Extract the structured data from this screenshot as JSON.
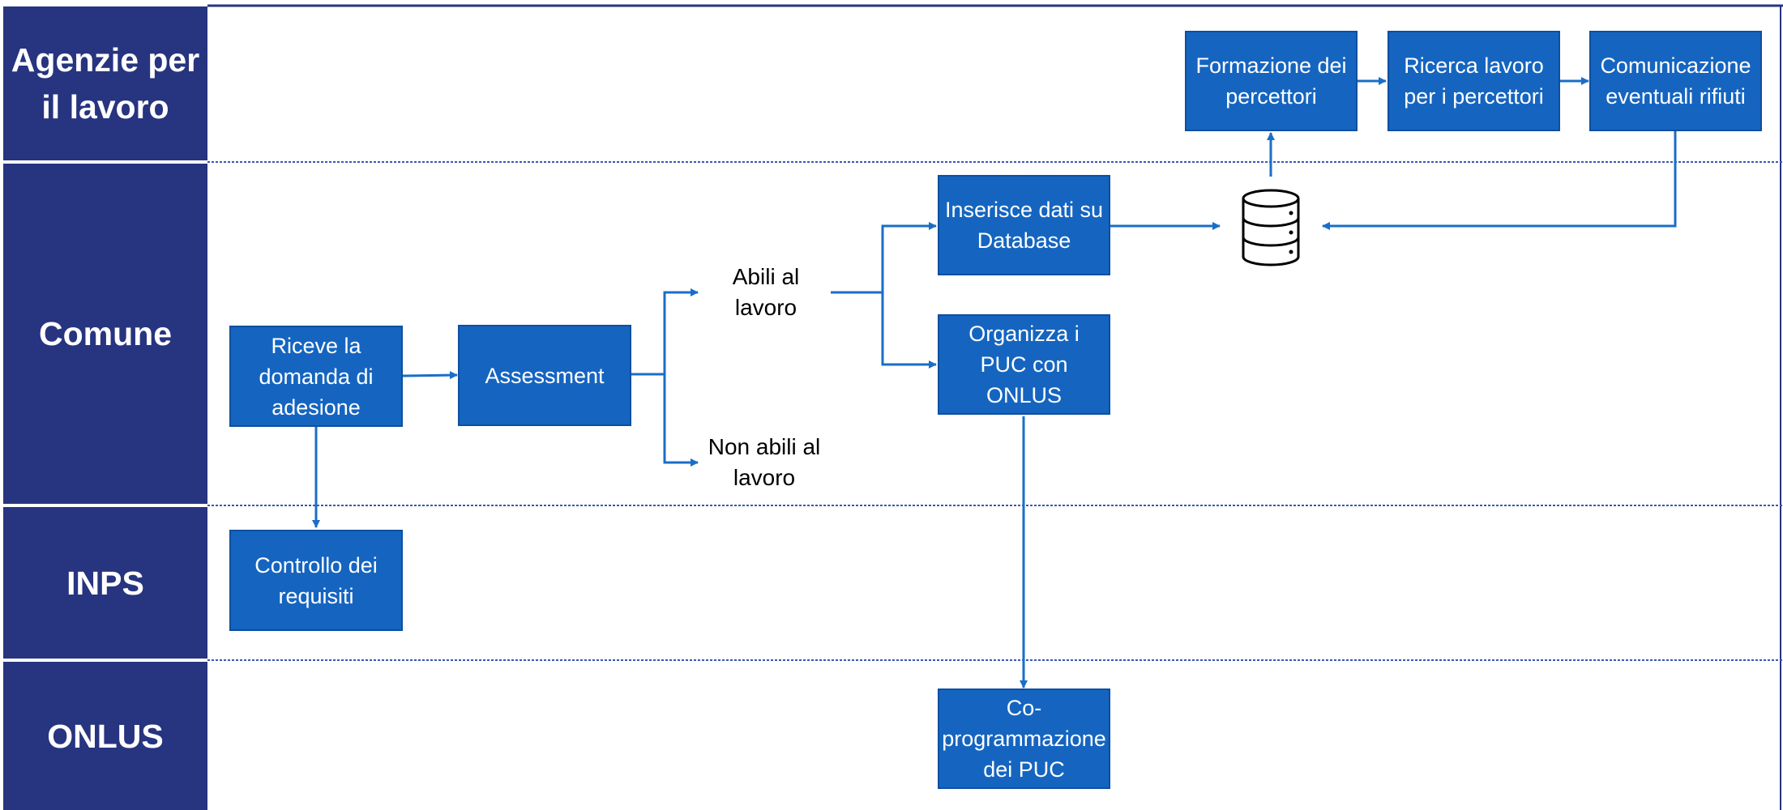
{
  "lanes": [
    {
      "label": "Agenzie per il lavoro"
    },
    {
      "label": "Comune"
    },
    {
      "label": "INPS"
    },
    {
      "label": "ONLUS"
    }
  ],
  "nodes": {
    "formazione": "Formazione dei percettori",
    "ricerca": "Ricerca lavoro per i percettori",
    "comunicazione": "Comunicazione eventuali rifiuti",
    "inserisce": "Inserisce dati su Database",
    "organizza": "Organizza i PUC con ONLUS",
    "riceve": "Riceve la domanda di adesione",
    "assessment": "Assessment",
    "abili": "Abili al lavoro",
    "non_abili": "Non abili al lavoro",
    "controllo": "Controllo dei requisiti",
    "coprogrammazione": "Co-programmazione dei PUC"
  },
  "colors": {
    "lane_fill": "#273480",
    "box_fill": "#1565c0",
    "connector": "#1a6ec7",
    "divider": "#3a58b0"
  },
  "icons": {
    "database": "database-icon"
  }
}
